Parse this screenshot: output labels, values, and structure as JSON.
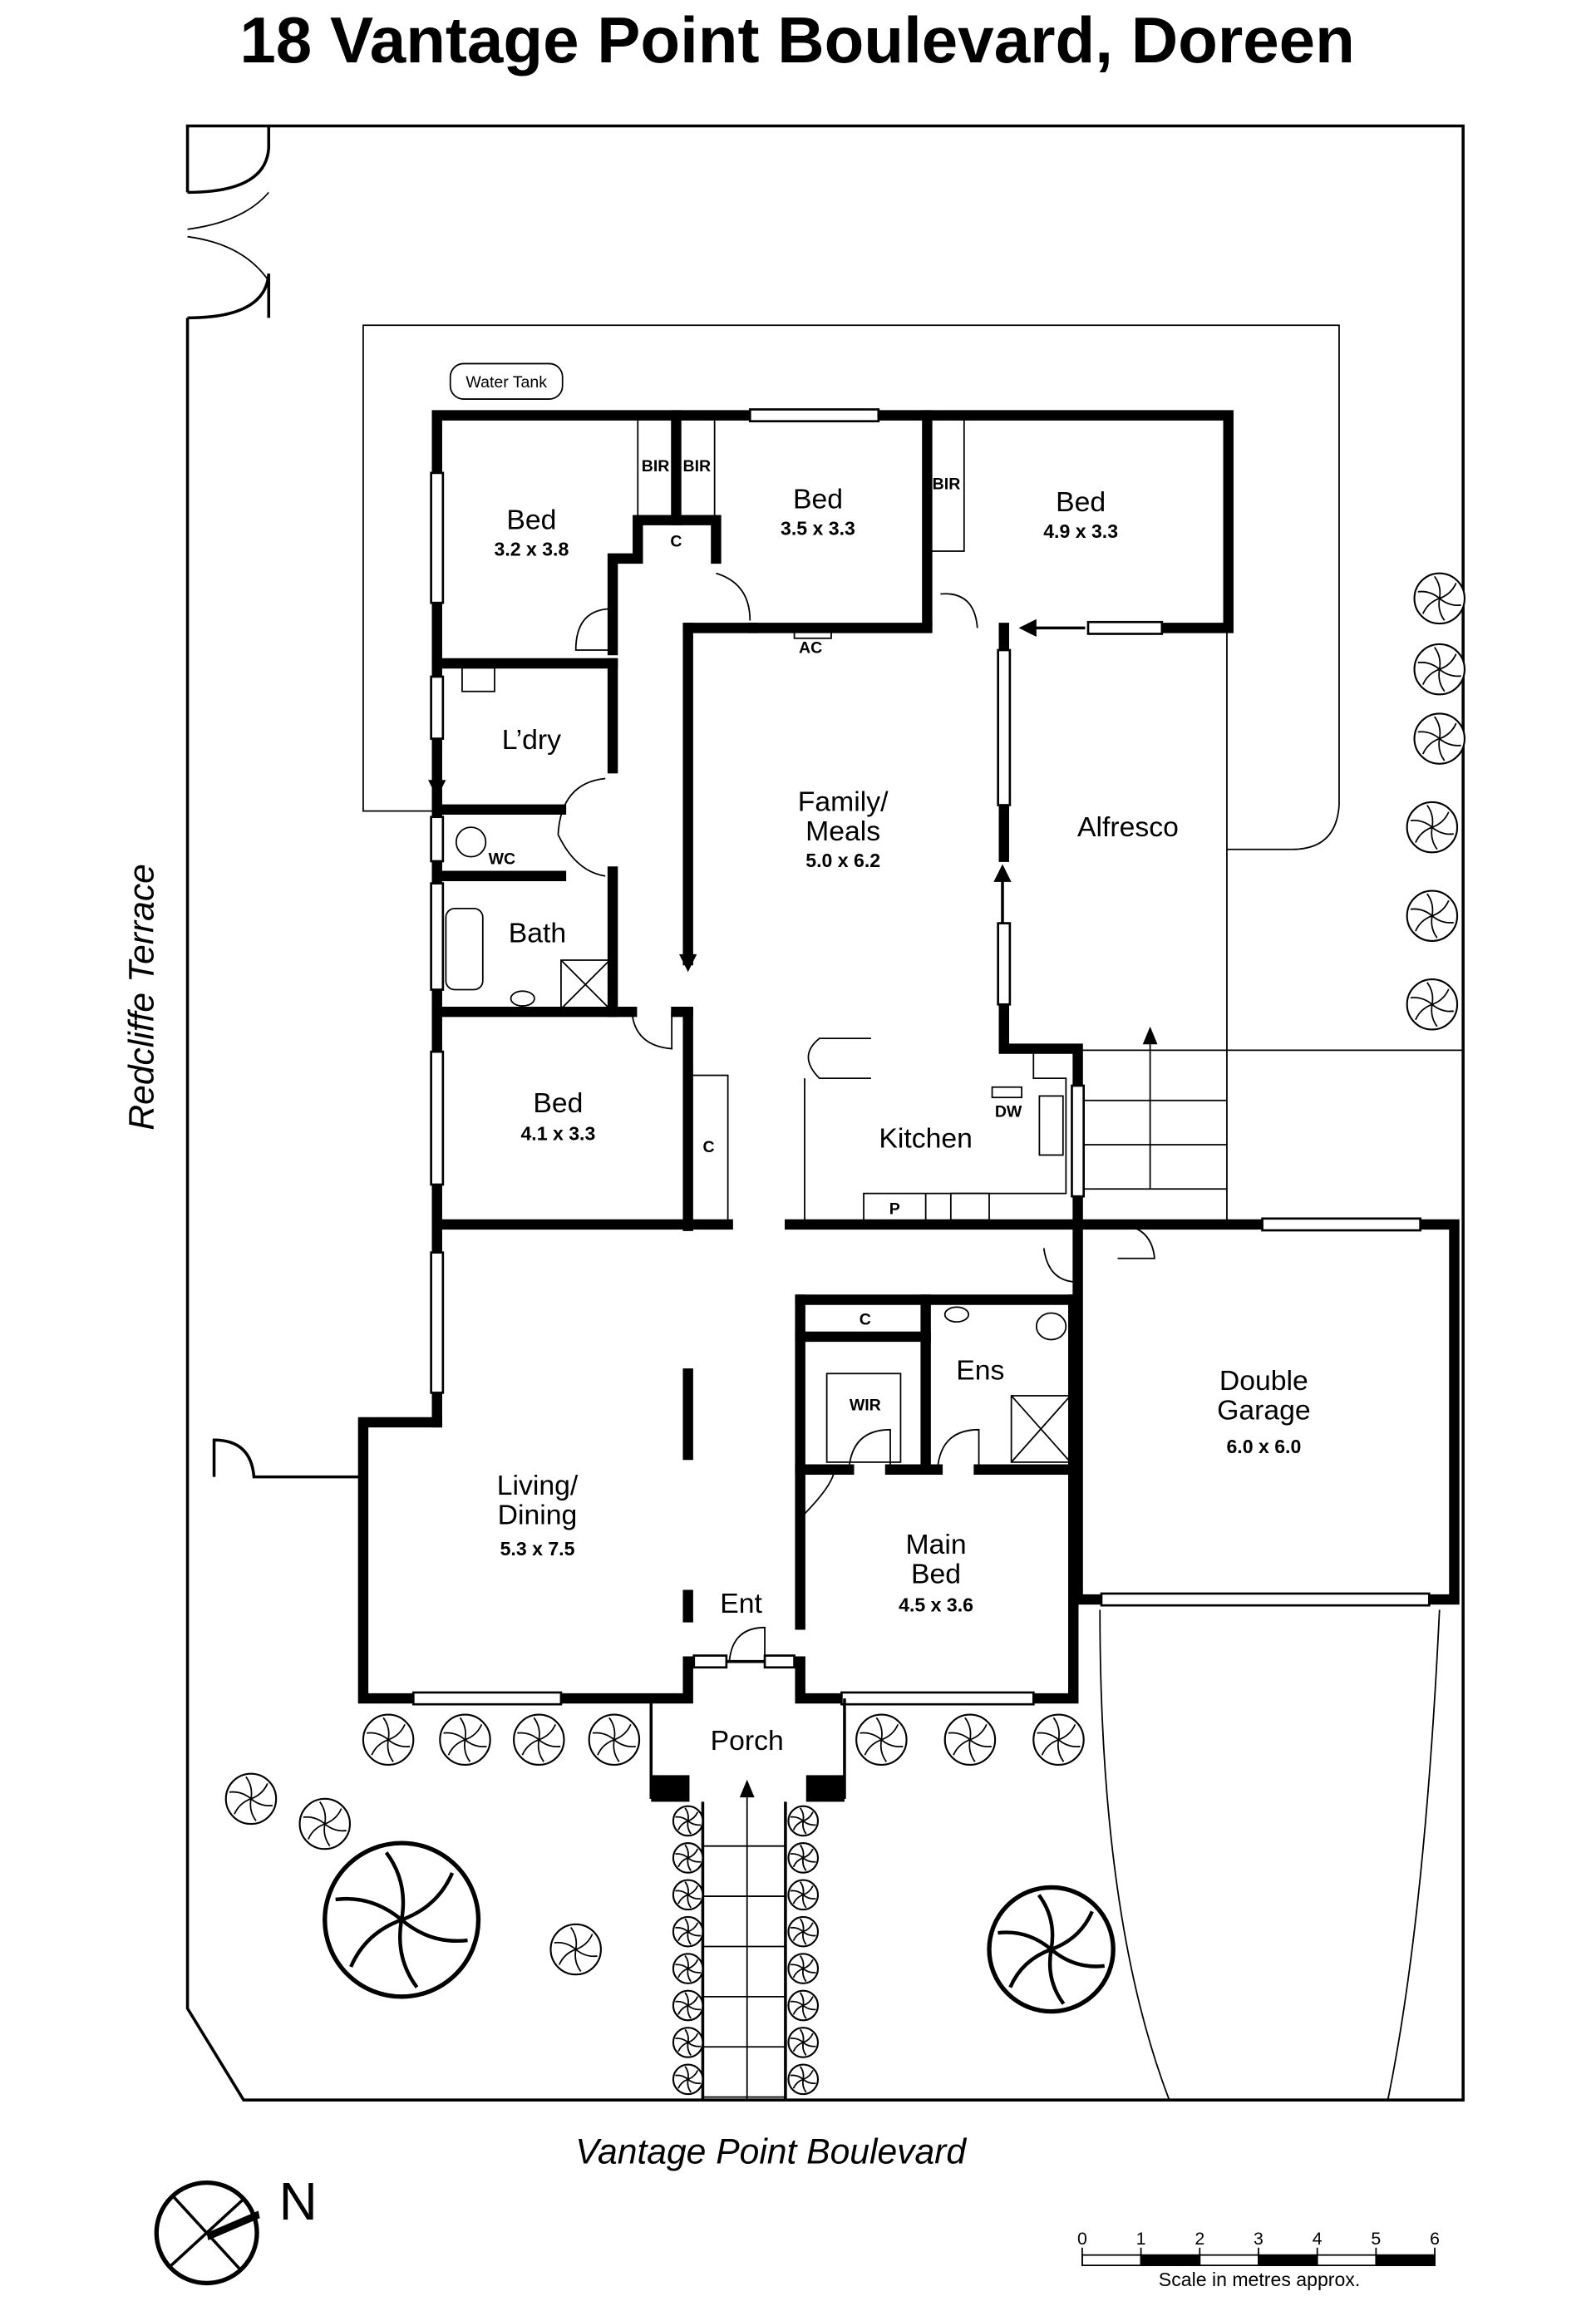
{
  "title": "18 Vantage Point Boulevard, Doreen",
  "streets": {
    "left": "Redcliffe Terrace",
    "bottom": "Vantage Point Boulevard"
  },
  "compass": {
    "label": "N"
  },
  "rooms": {
    "bed1": {
      "name": "Bed",
      "dims": "3.2 x 3.8"
    },
    "bed2": {
      "name": "Bed",
      "dims": "3.5 x 3.3"
    },
    "bed3": {
      "name": "Bed",
      "dims": "4.9 x 3.3"
    },
    "laundry": {
      "name": "L’dry"
    },
    "wc": {
      "name": "WC"
    },
    "bath": {
      "name": "Bath"
    },
    "bed4": {
      "name": "Bed",
      "dims": "4.1 x 3.3"
    },
    "family": {
      "name": [
        "Family/",
        "Meals"
      ],
      "dims": "5.0 x 6.2"
    },
    "alfresco": {
      "name": "Alfresco"
    },
    "kitchen": {
      "name": "Kitchen"
    },
    "living": {
      "name": [
        "Living/",
        "Dining"
      ],
      "dims": "5.3 x 7.5"
    },
    "entry": {
      "name": "Ent"
    },
    "porch": {
      "name": "Porch"
    },
    "main_bed": {
      "name": [
        "Main",
        "Bed"
      ],
      "dims": "4.5 x 3.6"
    },
    "ensuite": {
      "name": "Ens"
    },
    "wir": {
      "name": "WIR"
    },
    "garage": {
      "name": [
        "Double",
        "Garage"
      ],
      "dims": "6.0 x 6.0"
    }
  },
  "labels": {
    "water_tank": "Water Tank",
    "bir": "BIR",
    "cupboard": "C",
    "ac": "AC",
    "dw": "DW",
    "pantry": "P"
  },
  "scale": {
    "ticks": [
      "0",
      "1",
      "2",
      "3",
      "4",
      "5",
      "6"
    ],
    "caption": "Scale in metres approx."
  }
}
